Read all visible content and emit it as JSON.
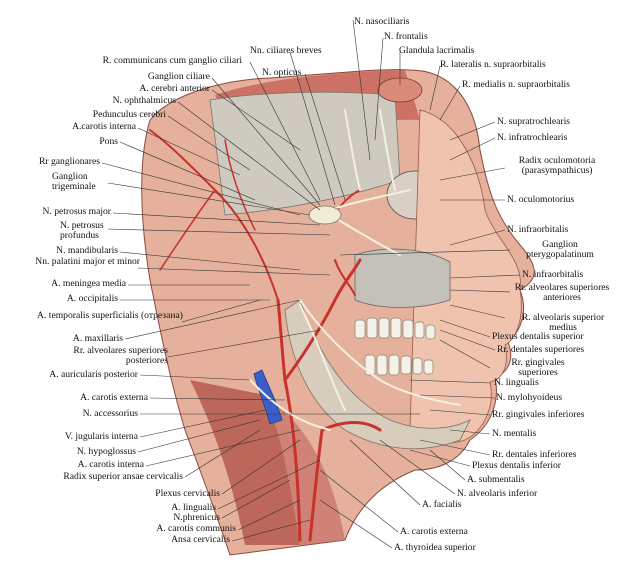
{
  "labels_top": [
    "R. communicans cum ganglio ciliari",
    "Nn. ciliares breves",
    "N. nasociliaris",
    "N. frontalis",
    "Glandula lacrimalis"
  ],
  "labels_left": [
    "Ganglion ciliare",
    "A. cerebri anterior",
    "N. ophthalmicus",
    "Pedunculus cerebri",
    "A.carotis interna",
    "Pons",
    "Rr ganglionares",
    "Ganglion trigeminale",
    "N. petrosus major",
    "N. petrosus profundus",
    "N. mandibularis",
    "Nn. palatini major et minor",
    "A. meningea media",
    "A. occipitalis",
    "A. temporalis superficialis (отрезана)",
    "A. maxillaris",
    "Rr. alveolares superiores posteriores",
    "A. auricularis posterior",
    "A. carotis externa",
    "N. accessorius",
    "V. jugularis interna",
    "N. hypoglossus",
    "A. carotis interna",
    "Radix superior ansae cervicalis",
    "Plexus cervicalis",
    "A. lingualis",
    "N.phrenicus",
    "A. carotis communis",
    "Ansa cervicalis"
  ],
  "labels_mid": [
    "N. opticus"
  ],
  "labels_right": [
    "R. lateralis n. supraorbitalis",
    "R. medialis n. supraorbitalis",
    "N. supratrochlearis",
    "N. infratrochlearis",
    "Radix oculomotoria (parasympathicus)",
    "N. oculomotorius",
    "N. infraorbitalis",
    "Ganglion pterygopalatinum",
    "N. infraorbitalis",
    "Rr. alveolares superiores anteriores",
    "R. alveolaris superior medius",
    "Plexus dentalis superior",
    "Rr. dentales superiores",
    "Rr. gingivales superiores",
    "N. lingualis",
    "N. mylohyoideus",
    "Rr. gingivales inferiores",
    "N. mentalis",
    "Rr. dentales inferiores",
    "Plexus dentalis inferior",
    "A. submentalis",
    "N. alveolaris inferior",
    "A. facialis",
    "A. carotis externa",
    "A. thyroidea superior"
  ],
  "colors": {
    "artery": "#c8322a",
    "vein": "#3b5fc8",
    "nerve": "#f2efe3",
    "skin": "#e9b7a3",
    "muscle": "#b9574d",
    "bone": "#ddd7c8",
    "leader": "#333333"
  }
}
